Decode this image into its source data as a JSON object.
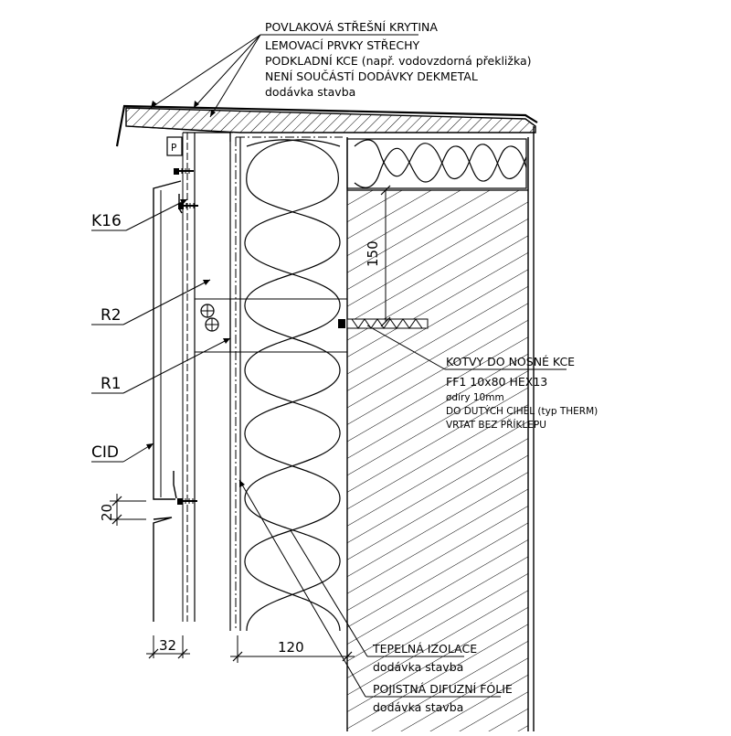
{
  "top_callout": {
    "line1": "POVLAKOVÁ STŘEŠNÍ KRYTINA",
    "line2": "LEMOVACÍ PRVKY STŘECHY",
    "line3": "PODKLADNÍ KCE (např. vodovzdorná překližka)",
    "line4": "NENÍ SOUČÁSTÍ DODÁVKY DEKMETAL",
    "line5": "dodávka stavba"
  },
  "labels": {
    "k16": "K16",
    "r2": "R2",
    "r1": "R1",
    "cid": "CID",
    "p": "P"
  },
  "anchor_callout": {
    "title": "KOTVY DO NOSNÉ KCE",
    "line1": "FF1  10x80  HEX13",
    "line2": "ødíry 10mm",
    "line3": "DO DUTÝCH CIHEL (typ THERM)",
    "line4": "VRTAT BEZ PŘÍKLEPU"
  },
  "insulation_callout": {
    "title": "TEPELNÁ IZOLACE",
    "sub": "dodávka stavba"
  },
  "foil_callout": {
    "title": "POJISTNÁ DIFUZNÍ FÓLIE",
    "sub": "dodávka stavba"
  },
  "dimensions": {
    "d150": "150",
    "d20": "20",
    "d32": "32",
    "d120": "120"
  }
}
